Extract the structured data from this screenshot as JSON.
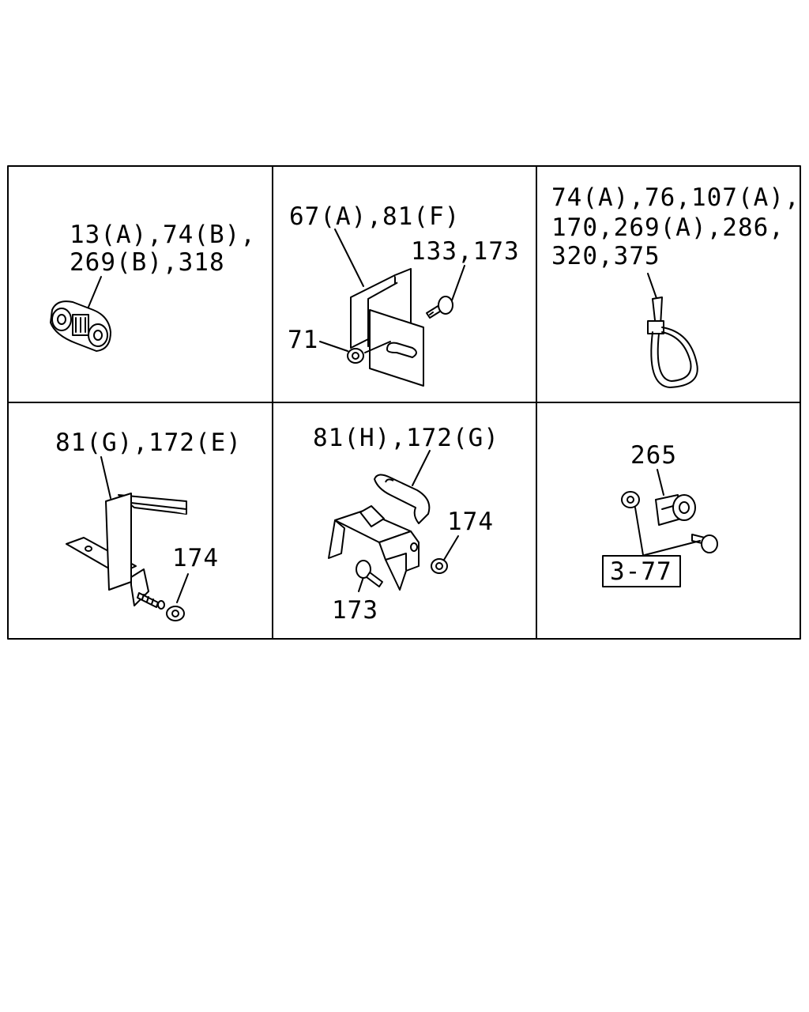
{
  "cells": [
    {
      "id": "clip",
      "labels": [
        "13(A),74(B),",
        "269(B),318"
      ]
    },
    {
      "id": "bracket-f",
      "labels": [
        "67(A),81(F)",
        "133,173",
        "71"
      ]
    },
    {
      "id": "band",
      "labels": [
        "74(A),76,107(A),",
        "170,269(A),286,",
        "320,375"
      ]
    },
    {
      "id": "bracket-g",
      "labels": [
        "81(G),172(E)",
        "174"
      ]
    },
    {
      "id": "bracket-h",
      "labels": [
        "81(H),172(G)",
        "174",
        "173"
      ]
    },
    {
      "id": "clamp",
      "labels": [
        "265",
        "3-77"
      ]
    }
  ]
}
